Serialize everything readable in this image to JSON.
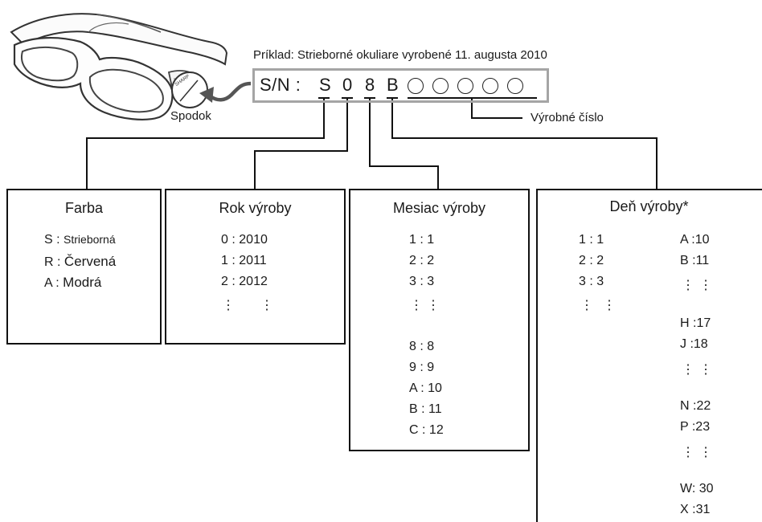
{
  "example_caption": "Príklad: Strieborné okuliare vyrobené 11. augusta 2010",
  "bottom_label": "Spodok",
  "logo_text": "SHARP",
  "serial": {
    "prefix": "S/N :",
    "codes": [
      "S",
      "0",
      "8",
      "B"
    ],
    "placeholder_count": 5
  },
  "serial_number_label": "Výrobné číslo",
  "boxes": {
    "color": {
      "title": "Farba",
      "rows": [
        {
          "code": "S",
          "value": "Strieborná"
        },
        {
          "code": "R",
          "value": "Červená"
        },
        {
          "code": "A",
          "value": "Modrá"
        }
      ]
    },
    "year": {
      "title": "Rok výroby",
      "rows": [
        {
          "code": "0",
          "value": "2010"
        },
        {
          "code": "1",
          "value": "2011"
        },
        {
          "code": "2",
          "value": "2012"
        }
      ]
    },
    "month": {
      "title": "Mesiac výroby",
      "rows": [
        {
          "code": "1",
          "value": "1"
        },
        {
          "code": "2",
          "value": "2"
        },
        {
          "code": "3",
          "value": "3"
        },
        {
          "code": "8",
          "value": "8"
        },
        {
          "code": "9",
          "value": "9"
        },
        {
          "code": "A",
          "value": "10"
        },
        {
          "code": "B",
          "value": "11"
        },
        {
          "code": "C",
          "value": "12"
        }
      ]
    },
    "day": {
      "title": "Deň výroby*",
      "left_rows": [
        {
          "code": "1",
          "value": "1"
        },
        {
          "code": "2",
          "value": "2"
        },
        {
          "code": "3",
          "value": "3"
        }
      ],
      "right_rows": [
        {
          "code": "A",
          "value": "10"
        },
        {
          "code": "B",
          "value": "11"
        },
        {
          "code": "H",
          "value": "17"
        },
        {
          "code": "J",
          "value": "18"
        },
        {
          "code": "N",
          "value": "22"
        },
        {
          "code": "P",
          "value": "23"
        },
        {
          "code": "W",
          "value": "30"
        },
        {
          "code": "X",
          "value": "31"
        }
      ]
    }
  },
  "separator": ":",
  "ellipsis": "⋮"
}
